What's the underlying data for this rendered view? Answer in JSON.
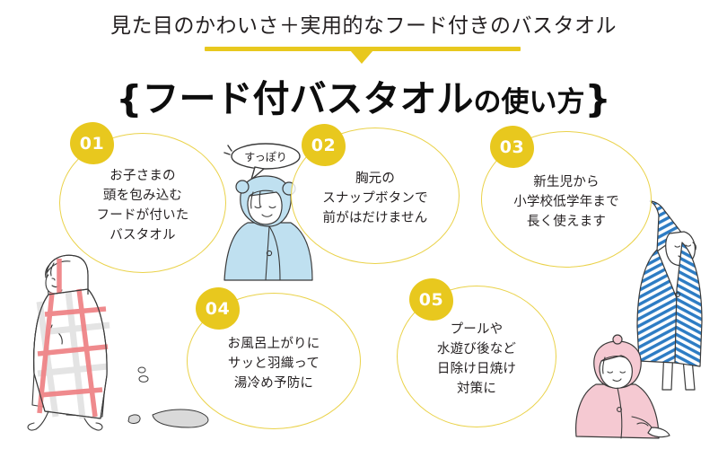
{
  "header": {
    "subtitle": "見た目のかわいさ＋実用的なフード付きのバスタオル",
    "title_brace_open": "{",
    "title_main": "フード付バスタオル",
    "title_sub": "の使い方",
    "title_brace_close": "}"
  },
  "accent_colors": {
    "yellow": "#e8c81e",
    "circle_outline": "#ead24a",
    "text": "#231f20",
    "towel_blue": "#bfe0f0",
    "towel_stripe_blue": "#2d7cc4",
    "towel_pink": "#f5c9d2",
    "towel_plaid_red": "#ef8487",
    "puddle_gray": "#d9d9d9"
  },
  "items": [
    {
      "number": "01",
      "text": "お子さまの\n頭を包み込む\nフードが付いた\nバスタオル"
    },
    {
      "number": "02",
      "text": "胸元の\nスナップボタンで\n前がはだけません"
    },
    {
      "number": "03",
      "text": "新生児から\n小学校低学年まで\n長く使えます"
    },
    {
      "number": "04",
      "text": "お風呂上がりに\nサッと羽織って\n湯冷め予防に"
    },
    {
      "number": "05",
      "text": "プールや\n水遊び後など\n日除け日焼け\n対策に"
    }
  ],
  "illustrations": {
    "speech_bubble_text": "すっぽり",
    "left_figure": "child-walking-in-plaid-hooded-towel",
    "center_figure": "child-wearing-blue-bear-ear-hooded-towel",
    "right_figure": "child-standing-in-blue-striped-hooded-towel",
    "seated_figure": "toddler-sitting-in-pink-hooded-towel"
  }
}
